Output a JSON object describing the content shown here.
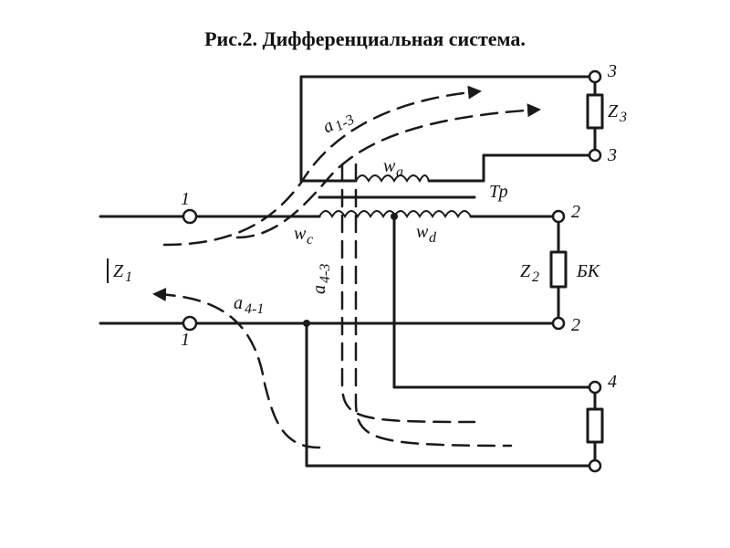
{
  "caption": {
    "prefix": "Рис.",
    "number": "2.",
    "text": "Дифференциальная система."
  },
  "labels": {
    "terminal_1_top": "1",
    "terminal_1_bottom": "1",
    "terminal_2_top": "2",
    "terminal_2_bottom": "2",
    "terminal_3_top": "3",
    "terminal_3_bottom": "3",
    "terminal_4_top": "4",
    "z1": "Z",
    "z1_sub": "1",
    "z2": "Z",
    "z2_sub": "2",
    "z3": "Z",
    "z3_sub": "3",
    "bk": "БК",
    "tr": "Тр",
    "wa": "w",
    "wa_sub": "a",
    "wc": "w",
    "wc_sub": "c",
    "wd": "w",
    "wd_sub": "d",
    "a13": "a",
    "a13_sub": "1-3",
    "a41": "a",
    "a41_sub": "4-1",
    "a43": "a",
    "a43_sub": "4-3"
  }
}
